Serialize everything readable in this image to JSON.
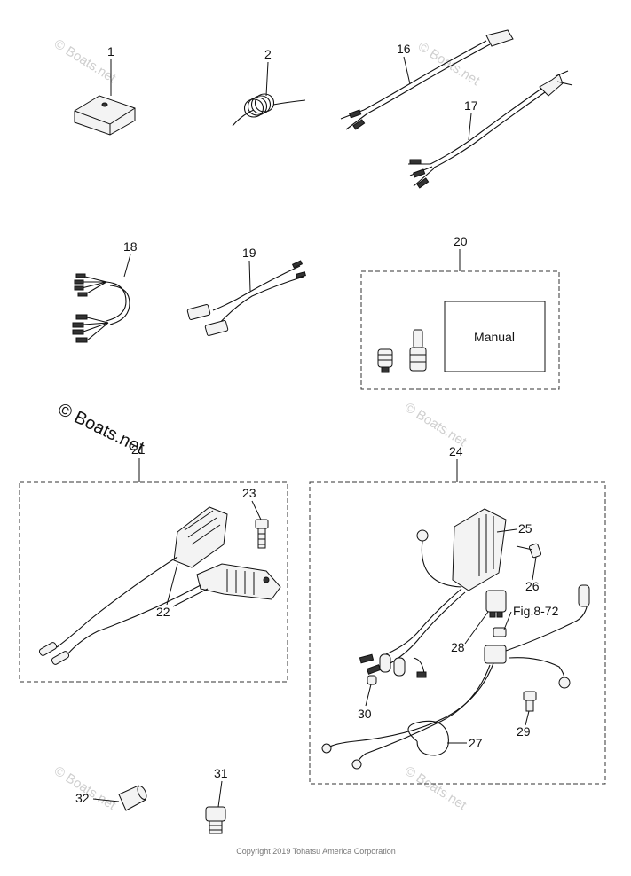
{
  "parts": {
    "p1": "1",
    "p2": "2",
    "p16": "16",
    "p17": "17",
    "p18": "18",
    "p19": "19",
    "p20": "20",
    "p21": "21",
    "p22": "22",
    "p23": "23",
    "p24": "24",
    "p25": "25",
    "p26": "26",
    "p27": "27",
    "p28": "28",
    "p29": "29",
    "p30": "30",
    "p31": "31",
    "p32": "32"
  },
  "kit_box": {
    "manual_label": "Manual"
  },
  "reference": "Fig.8-72",
  "watermark": {
    "text": "© Boats.net"
  },
  "copyright": "Copyright 2019 Tohatsu America Corporation"
}
